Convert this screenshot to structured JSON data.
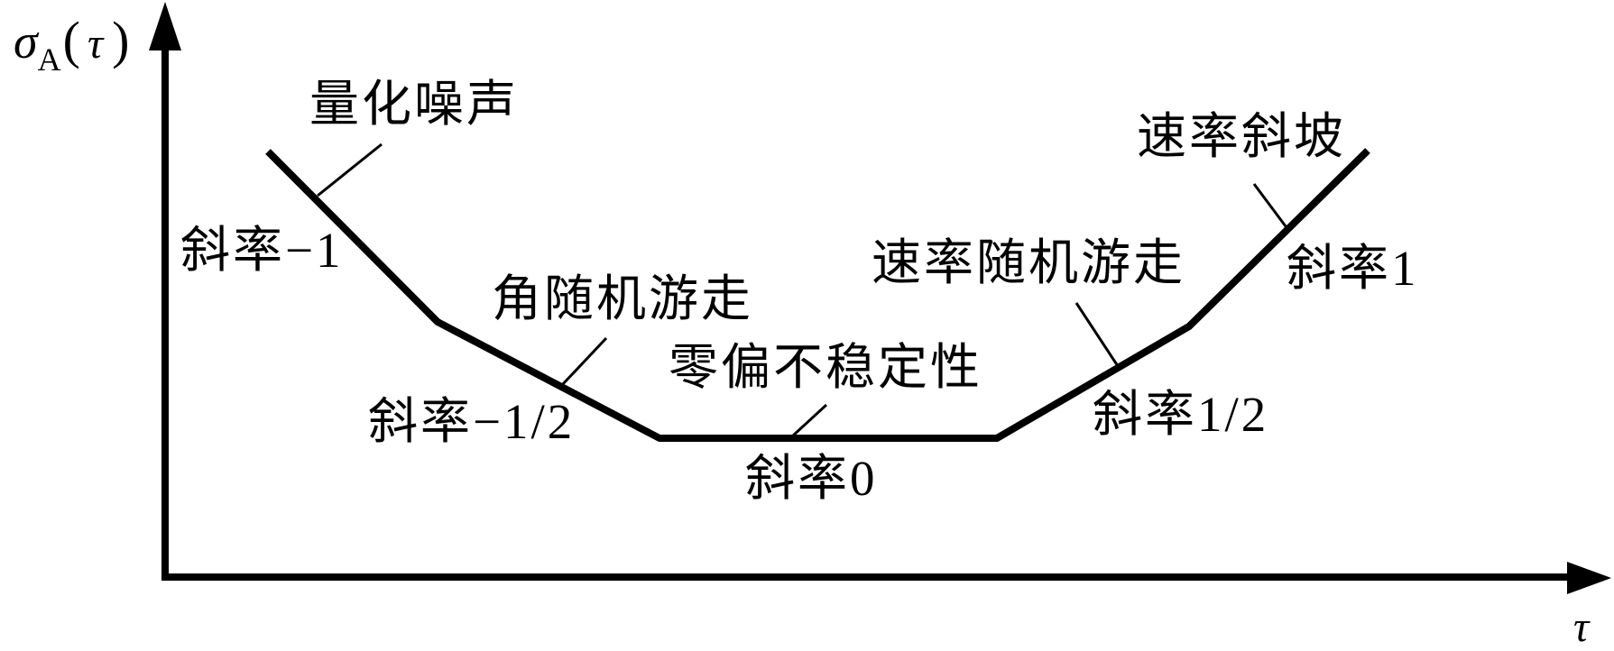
{
  "figure": {
    "background_color": "#ffffff",
    "line_color": "#000000",
    "y_axis_label": {
      "sigma": "σ",
      "subscript": "A",
      "paren_open": "(",
      "tau": "τ",
      "paren_close": ")"
    },
    "x_axis_label": "τ"
  },
  "labels": {
    "quantization_noise": "量化噪声",
    "slope_minus_1": "斜率−1",
    "angle_random_walk": "角随机游走",
    "slope_minus_half": "斜率−1/2",
    "bias_instability": "零偏不稳定性",
    "slope_zero": "斜率0",
    "rate_random_walk": "速率随机游走",
    "slope_half": "斜率1/2",
    "rate_ramp": "速率斜坡",
    "slope_one": "斜率1"
  },
  "chart_data": {
    "type": "line",
    "title": "",
    "xlabel": "τ",
    "ylabel": "σA(τ)",
    "axes_numeric": false,
    "grid": false,
    "description": "Schematic Allan deviation curve (log-log sketch, no numeric ticks) showing five noise regions with labeled slopes",
    "segments": [
      {
        "noise_label": "量化噪声",
        "slope_label": "斜率−1",
        "slope": -1
      },
      {
        "noise_label": "角随机游走",
        "slope_label": "斜率−1/2",
        "slope": -0.5
      },
      {
        "noise_label": "零偏不稳定性",
        "slope_label": "斜率0",
        "slope": 0
      },
      {
        "noise_label": "速率随机游走",
        "slope_label": "斜率1/2",
        "slope": 0.5
      },
      {
        "noise_label": "速率斜坡",
        "slope_label": "斜率1",
        "slope": 1
      }
    ]
  }
}
